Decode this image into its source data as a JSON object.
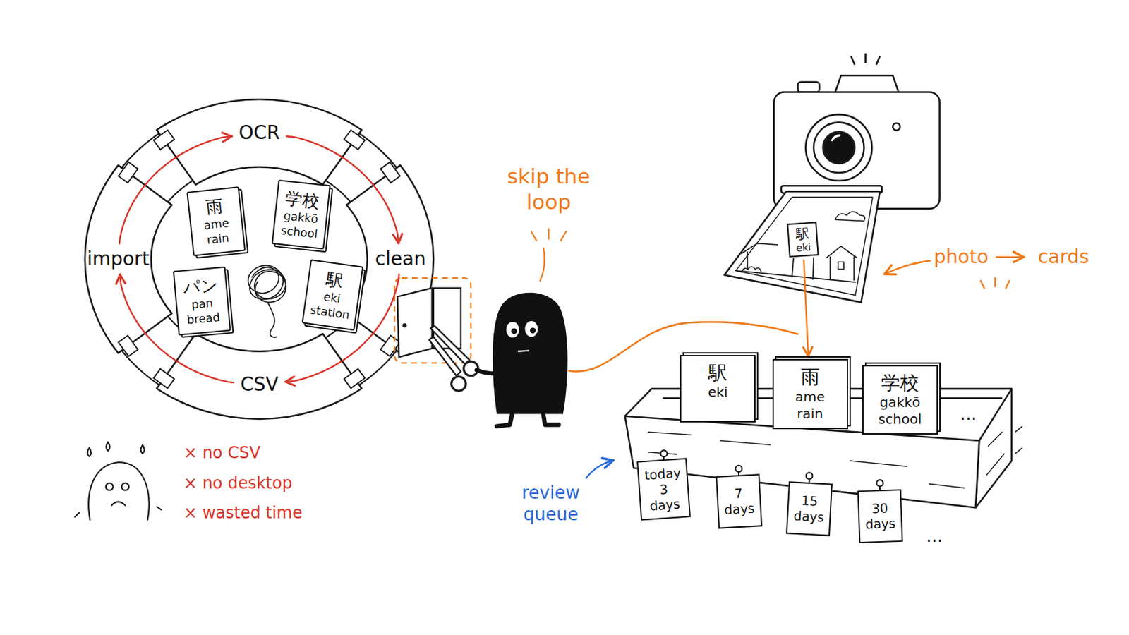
{
  "diagram": {
    "nodes": [
      {
        "text": [
          "OCR"
        ]
      },
      {
        "text": [
          "import"
        ]
      },
      {
        "text": [
          "clean"
        ]
      },
      {
        "text": [
          "CSV"
        ]
      },
      {
        "text": [
          "雨",
          "ame",
          "rain"
        ]
      },
      {
        "text": [
          "学校",
          "gakkō",
          "school"
        ]
      },
      {
        "text": [
          "パン",
          "pan",
          "bread"
        ]
      },
      {
        "text": [
          "駅",
          "eki",
          "station"
        ]
      },
      {
        "text": [
          "駅",
          "eki"
        ]
      },
      {
        "text": [
          "駅",
          "eki"
        ]
      },
      {
        "text": [
          "雨",
          "ame",
          "rain"
        ]
      },
      {
        "text": [
          "学校",
          "gakkō",
          "school"
        ]
      },
      {
        "text": [
          "today 3 days"
        ]
      },
      {
        "text": [
          "7 days"
        ]
      },
      {
        "text": [
          "15 days"
        ]
      },
      {
        "text": [
          "30 days"
        ]
      }
    ],
    "edges": [
      {
        "from": 1,
        "to": 0,
        "arrow": "to"
      },
      {
        "from": 0,
        "to": 2,
        "arrow": "to"
      },
      {
        "from": 2,
        "to": 3,
        "arrow": "to"
      },
      {
        "from": 3,
        "to": 1,
        "arrow": "to"
      },
      {
        "from": 8,
        "to": 10,
        "arrow": "to"
      }
    ],
    "labels": [
      "skip the loop",
      "photo",
      "cards",
      "× no CSV",
      "× no desktop",
      "× wasted time",
      "review queue",
      "...",
      "..."
    ]
  }
}
